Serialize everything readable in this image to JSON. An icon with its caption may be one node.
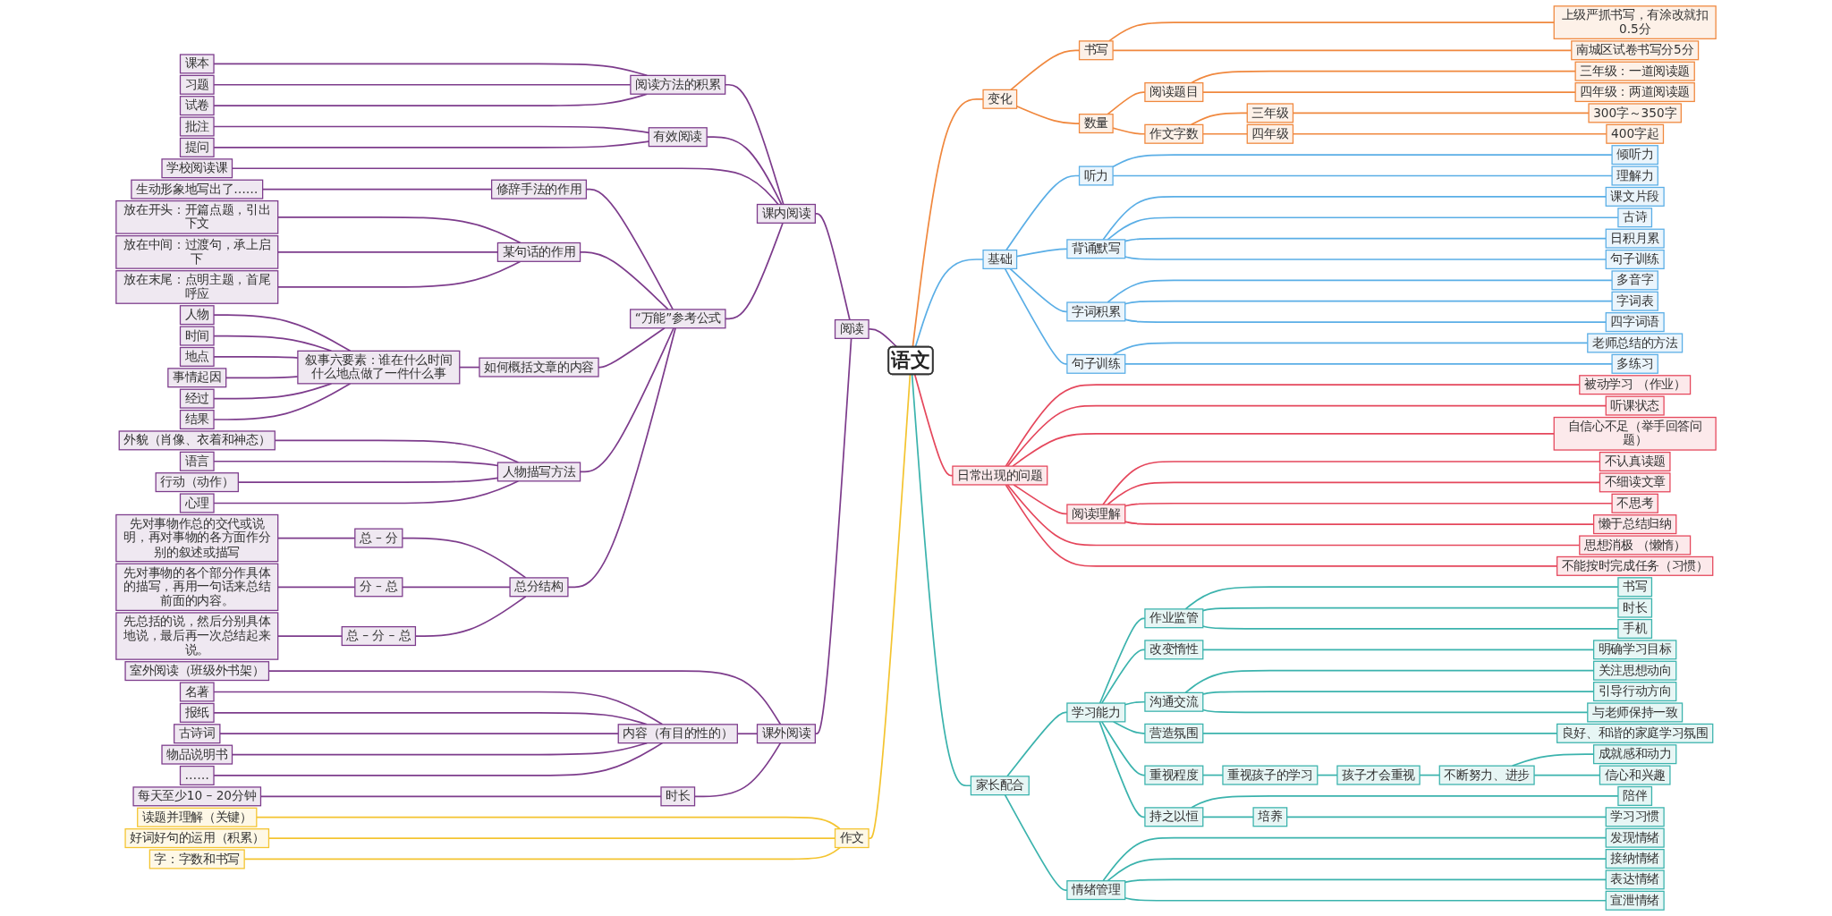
{
  "diagram": {
    "nodes": [
      {
        "text": [
          "语文"
        ]
      },
      {
        "text": [
          "变化"
        ]
      },
      {
        "text": [
          "书写"
        ]
      },
      {
        "text": [
          "上级严抓书写，有涂改就扣0.5分"
        ]
      },
      {
        "text": [
          "南城区试卷书写分5分"
        ]
      },
      {
        "text": [
          "数量"
        ]
      },
      {
        "text": [
          "阅读题目"
        ]
      },
      {
        "text": [
          "三年级：一道阅读题"
        ]
      },
      {
        "text": [
          "四年级：两道阅读题"
        ]
      },
      {
        "text": [
          "作文字数"
        ]
      },
      {
        "text": [
          "三年级"
        ]
      },
      {
        "text": [
          "300字～350字"
        ]
      },
      {
        "text": [
          "四年级"
        ]
      },
      {
        "text": [
          "400字起"
        ]
      },
      {
        "text": [
          "基础"
        ]
      },
      {
        "text": [
          "听力"
        ]
      },
      {
        "text": [
          "倾听力"
        ]
      },
      {
        "text": [
          "理解力"
        ]
      },
      {
        "text": [
          "背诵默写"
        ]
      },
      {
        "text": [
          "课文片段"
        ]
      },
      {
        "text": [
          "古诗"
        ]
      },
      {
        "text": [
          "日积月累"
        ]
      },
      {
        "text": [
          "句子训练"
        ]
      },
      {
        "text": [
          "字词积累"
        ]
      },
      {
        "text": [
          "多音字"
        ]
      },
      {
        "text": [
          "字词表"
        ]
      },
      {
        "text": [
          "四字词语"
        ]
      },
      {
        "text": [
          "句子训练"
        ]
      },
      {
        "text": [
          "老师总结的方法"
        ]
      },
      {
        "text": [
          "多练习"
        ]
      },
      {
        "text": [
          "日常出现的问题"
        ]
      },
      {
        "text": [
          "被动学习 （作业）"
        ]
      },
      {
        "text": [
          "听课状态"
        ]
      },
      {
        "text": [
          "自信心不足（举手回答问题）"
        ]
      },
      {
        "text": [
          "阅读理解"
        ]
      },
      {
        "text": [
          "不认真读题"
        ]
      },
      {
        "text": [
          "不细读文章"
        ]
      },
      {
        "text": [
          "不思考"
        ]
      },
      {
        "text": [
          "懒于总结归纳"
        ]
      },
      {
        "text": [
          "思想消极 （懒惰）"
        ]
      },
      {
        "text": [
          "不能按时完成任务（习惯）"
        ]
      },
      {
        "text": [
          "家长配合"
        ]
      },
      {
        "text": [
          "学习能力"
        ]
      },
      {
        "text": [
          "作业监管"
        ]
      },
      {
        "text": [
          "书写"
        ]
      },
      {
        "text": [
          "时长"
        ]
      },
      {
        "text": [
          "手机"
        ]
      },
      {
        "text": [
          "改变惰性"
        ]
      },
      {
        "text": [
          "明确学习目标"
        ]
      },
      {
        "text": [
          "沟通交流"
        ]
      },
      {
        "text": [
          "关注思想动向"
        ]
      },
      {
        "text": [
          "引导行动方向"
        ]
      },
      {
        "text": [
          "与老师保持一致"
        ]
      },
      {
        "text": [
          "营造氛围"
        ]
      },
      {
        "text": [
          "良好、和谐的家庭学习氛围"
        ]
      },
      {
        "text": [
          "重视程度"
        ]
      },
      {
        "text": [
          "重视孩子的学习"
        ]
      },
      {
        "text": [
          "孩子才会重视"
        ]
      },
      {
        "text": [
          "不断努力、进步"
        ]
      },
      {
        "text": [
          "成就感和动力"
        ]
      },
      {
        "text": [
          "信心和兴趣"
        ]
      },
      {
        "text": [
          "持之以恒"
        ]
      },
      {
        "text": [
          "陪伴"
        ]
      },
      {
        "text": [
          "培养"
        ]
      },
      {
        "text": [
          "学习习惯"
        ]
      },
      {
        "text": [
          "情绪管理"
        ]
      },
      {
        "text": [
          "发现情绪"
        ]
      },
      {
        "text": [
          "接纳情绪"
        ]
      },
      {
        "text": [
          "表达情绪"
        ]
      },
      {
        "text": [
          "宣泄情绪"
        ]
      },
      {
        "text": [
          "阅读"
        ]
      },
      {
        "text": [
          "课内阅读"
        ]
      },
      {
        "text": [
          "阅读方法的积累"
        ]
      },
      {
        "text": [
          "课本"
        ]
      },
      {
        "text": [
          "习题"
        ]
      },
      {
        "text": [
          "试卷"
        ]
      },
      {
        "text": [
          "有效阅读"
        ]
      },
      {
        "text": [
          "批注"
        ]
      },
      {
        "text": [
          "提问"
        ]
      },
      {
        "text": [
          "学校阅读课"
        ]
      },
      {
        "text": [
          "“万能”参考公式"
        ]
      },
      {
        "text": [
          "修辞手法的作用"
        ]
      },
      {
        "text": [
          "生动形象地写出了……"
        ]
      },
      {
        "text": [
          "某句话的作用"
        ]
      },
      {
        "text": [
          "放在开头：开篇点题，引出下文"
        ]
      },
      {
        "text": [
          "放在中间：过渡句，承上启下"
        ]
      },
      {
        "text": [
          "放在末尾：点明主题，首尾呼应"
        ]
      },
      {
        "text": [
          "如何概括文章的内容"
        ]
      },
      {
        "text": [
          "叙事六要素：谁在什么时间什么地点做了一件什么事"
        ]
      },
      {
        "text": [
          "人物"
        ]
      },
      {
        "text": [
          "时间"
        ]
      },
      {
        "text": [
          "地点"
        ]
      },
      {
        "text": [
          "事情起因"
        ]
      },
      {
        "text": [
          "经过"
        ]
      },
      {
        "text": [
          "结果"
        ]
      },
      {
        "text": [
          "人物描写方法"
        ]
      },
      {
        "text": [
          "外貌（肖像、衣着和神态）"
        ]
      },
      {
        "text": [
          "语言"
        ]
      },
      {
        "text": [
          "行动（动作）"
        ]
      },
      {
        "text": [
          "心理"
        ]
      },
      {
        "text": [
          "总分结构"
        ]
      },
      {
        "text": [
          "总 – 分"
        ]
      },
      {
        "text": [
          "先对事物作总的交代或说明，再对事物的各方面作分别的叙述或描写"
        ]
      },
      {
        "text": [
          "分 – 总"
        ]
      },
      {
        "text": [
          "先对事物的各个部分作具体的描写，再用一句话来总结前面的内容。"
        ]
      },
      {
        "text": [
          "总 – 分 – 总"
        ]
      },
      {
        "text": [
          "先总括的说，然后分别具体地说，最后再一次总结起来说。"
        ]
      },
      {
        "text": [
          "课外阅读"
        ]
      },
      {
        "text": [
          "室外阅读（班级外书架）"
        ]
      },
      {
        "text": [
          "内容（有目的性的）"
        ]
      },
      {
        "text": [
          "名著"
        ]
      },
      {
        "text": [
          "报纸"
        ]
      },
      {
        "text": [
          "古诗词"
        ]
      },
      {
        "text": [
          "物品说明书"
        ]
      },
      {
        "text": [
          "……"
        ]
      },
      {
        "text": [
          "时长"
        ]
      },
      {
        "text": [
          "每天至少10 – 20分钟"
        ]
      },
      {
        "text": [
          "作文"
        ]
      },
      {
        "text": [
          "读题并理解（关键）"
        ]
      },
      {
        "text": [
          "好词好句的运用（积累）"
        ]
      },
      {
        "text": [
          "字：字数和书写"
        ]
      }
    ],
    "edges": [
      {
        "from": 0,
        "to": 1,
        "arrow": "none",
        "color": "#f0883e"
      },
      {
        "from": 1,
        "to": 2,
        "arrow": "none",
        "color": "#f0883e"
      },
      {
        "from": 2,
        "to": 3,
        "arrow": "none",
        "color": "#f0883e"
      },
      {
        "from": 2,
        "to": 4,
        "arrow": "none",
        "color": "#f0883e"
      },
      {
        "from": 1,
        "to": 5,
        "arrow": "none",
        "color": "#f0883e"
      },
      {
        "from": 5,
        "to": 6,
        "arrow": "none",
        "color": "#f0883e"
      },
      {
        "from": 6,
        "to": 7,
        "arrow": "none",
        "color": "#f0883e"
      },
      {
        "from": 6,
        "to": 8,
        "arrow": "none",
        "color": "#f0883e"
      },
      {
        "from": 5,
        "to": 9,
        "arrow": "none",
        "color": "#f0883e"
      },
      {
        "from": 9,
        "to": 10,
        "arrow": "none",
        "color": "#f0883e"
      },
      {
        "from": 10,
        "to": 11,
        "arrow": "none",
        "color": "#f0883e"
      },
      {
        "from": 9,
        "to": 12,
        "arrow": "none",
        "color": "#f0883e"
      },
      {
        "from": 12,
        "to": 13,
        "arrow": "none",
        "color": "#f0883e"
      },
      {
        "from": 0,
        "to": 14,
        "arrow": "none",
        "color": "#5aaee6"
      },
      {
        "from": 14,
        "to": 15,
        "arrow": "none",
        "color": "#5aaee6"
      },
      {
        "from": 15,
        "to": 16,
        "arrow": "none",
        "color": "#5aaee6"
      },
      {
        "from": 15,
        "to": 17,
        "arrow": "none",
        "color": "#5aaee6"
      },
      {
        "from": 14,
        "to": 18,
        "arrow": "none",
        "color": "#5aaee6"
      },
      {
        "from": 18,
        "to": 19,
        "arrow": "none",
        "color": "#5aaee6"
      },
      {
        "from": 18,
        "to": 20,
        "arrow": "none",
        "color": "#5aaee6"
      },
      {
        "from": 18,
        "to": 21,
        "arrow": "none",
        "color": "#5aaee6"
      },
      {
        "from": 18,
        "to": 22,
        "arrow": "none",
        "color": "#5aaee6"
      },
      {
        "from": 14,
        "to": 23,
        "arrow": "none",
        "color": "#5aaee6"
      },
      {
        "from": 23,
        "to": 24,
        "arrow": "none",
        "color": "#5aaee6"
      },
      {
        "from": 23,
        "to": 25,
        "arrow": "none",
        "color": "#5aaee6"
      },
      {
        "from": 23,
        "to": 26,
        "arrow": "none",
        "color": "#5aaee6"
      },
      {
        "from": 14,
        "to": 27,
        "arrow": "none",
        "color": "#5aaee6"
      },
      {
        "from": 27,
        "to": 28,
        "arrow": "none",
        "color": "#5aaee6"
      },
      {
        "from": 27,
        "to": 29,
        "arrow": "none",
        "color": "#5aaee6"
      },
      {
        "from": 0,
        "to": 30,
        "arrow": "none",
        "color": "#e5475c"
      },
      {
        "from": 30,
        "to": 31,
        "arrow": "none",
        "color": "#e5475c"
      },
      {
        "from": 30,
        "to": 32,
        "arrow": "none",
        "color": "#e5475c"
      },
      {
        "from": 30,
        "to": 33,
        "arrow": "none",
        "color": "#e5475c"
      },
      {
        "from": 30,
        "to": 34,
        "arrow": "none",
        "color": "#e5475c"
      },
      {
        "from": 34,
        "to": 35,
        "arrow": "none",
        "color": "#e5475c"
      },
      {
        "from": 34,
        "to": 36,
        "arrow": "none",
        "color": "#e5475c"
      },
      {
        "from": 34,
        "to": 37,
        "arrow": "none",
        "color": "#e5475c"
      },
      {
        "from": 34,
        "to": 38,
        "arrow": "none",
        "color": "#e5475c"
      },
      {
        "from": 30,
        "to": 39,
        "arrow": "none",
        "color": "#e5475c"
      },
      {
        "from": 30,
        "to": 40,
        "arrow": "none",
        "color": "#e5475c"
      },
      {
        "from": 0,
        "to": 41,
        "arrow": "none",
        "color": "#3bb3ad"
      },
      {
        "from": 41,
        "to": 42,
        "arrow": "none",
        "color": "#3bb3ad"
      },
      {
        "from": 42,
        "to": 43,
        "arrow": "none",
        "color": "#3bb3ad"
      },
      {
        "from": 43,
        "to": 44,
        "arrow": "none",
        "color": "#3bb3ad"
      },
      {
        "from": 43,
        "to": 45,
        "arrow": "none",
        "color": "#3bb3ad"
      },
      {
        "from": 43,
        "to": 46,
        "arrow": "none",
        "color": "#3bb3ad"
      },
      {
        "from": 42,
        "to": 47,
        "arrow": "none",
        "color": "#3bb3ad"
      },
      {
        "from": 47,
        "to": 48,
        "arrow": "none",
        "color": "#3bb3ad"
      },
      {
        "from": 42,
        "to": 49,
        "arrow": "none",
        "color": "#3bb3ad"
      },
      {
        "from": 49,
        "to": 50,
        "arrow": "none",
        "color": "#3bb3ad"
      },
      {
        "from": 49,
        "to": 51,
        "arrow": "none",
        "color": "#3bb3ad"
      },
      {
        "from": 49,
        "to": 52,
        "arrow": "none",
        "color": "#3bb3ad"
      },
      {
        "from": 42,
        "to": 53,
        "arrow": "none",
        "color": "#3bb3ad"
      },
      {
        "from": 53,
        "to": 54,
        "arrow": "none",
        "color": "#3bb3ad"
      },
      {
        "from": 42,
        "to": 55,
        "arrow": "none",
        "color": "#3bb3ad"
      },
      {
        "from": 55,
        "to": 56,
        "arrow": "none",
        "color": "#3bb3ad"
      },
      {
        "from": 56,
        "to": 57,
        "arrow": "none",
        "color": "#3bb3ad"
      },
      {
        "from": 57,
        "to": 58,
        "arrow": "none",
        "color": "#3bb3ad"
      },
      {
        "from": 58,
        "to": 59,
        "arrow": "none",
        "color": "#3bb3ad"
      },
      {
        "from": 58,
        "to": 60,
        "arrow": "none",
        "color": "#3bb3ad"
      },
      {
        "from": 42,
        "to": 61,
        "arrow": "none",
        "color": "#3bb3ad"
      },
      {
        "from": 61,
        "to": 62,
        "arrow": "none",
        "color": "#3bb3ad"
      },
      {
        "from": 61,
        "to": 63,
        "arrow": "none",
        "color": "#3bb3ad"
      },
      {
        "from": 63,
        "to": 64,
        "arrow": "none",
        "color": "#3bb3ad"
      },
      {
        "from": 41,
        "to": 65,
        "arrow": "none",
        "color": "#3bb3ad"
      },
      {
        "from": 65,
        "to": 66,
        "arrow": "none",
        "color": "#3bb3ad"
      },
      {
        "from": 65,
        "to": 67,
        "arrow": "none",
        "color": "#3bb3ad"
      },
      {
        "from": 65,
        "to": 68,
        "arrow": "none",
        "color": "#3bb3ad"
      },
      {
        "from": 65,
        "to": 69,
        "arrow": "none",
        "color": "#3bb3ad"
      },
      {
        "from": 70,
        "to": 0,
        "arrow": "none"
      },
      {
        "from": 71,
        "to": 70,
        "arrow": "none"
      },
      {
        "from": 72,
        "to": 71,
        "arrow": "none"
      },
      {
        "from": 73,
        "to": 72,
        "arrow": "none"
      },
      {
        "from": 74,
        "to": 72,
        "arrow": "none"
      },
      {
        "from": 75,
        "to": 72,
        "arrow": "none"
      },
      {
        "from": 76,
        "to": 71,
        "arrow": "none"
      },
      {
        "from": 77,
        "to": 76,
        "arrow": "none"
      },
      {
        "from": 78,
        "to": 76,
        "arrow": "none"
      },
      {
        "from": 79,
        "to": 71,
        "arrow": "none"
      },
      {
        "from": 80,
        "to": 71,
        "arrow": "none"
      },
      {
        "from": 81,
        "to": 80,
        "arrow": "none"
      },
      {
        "from": 82,
        "to": 81,
        "arrow": "none"
      },
      {
        "from": 83,
        "to": 80,
        "arrow": "none"
      },
      {
        "from": 84,
        "to": 83,
        "arrow": "none"
      },
      {
        "from": 85,
        "to": 83,
        "arrow": "none"
      },
      {
        "from": 86,
        "to": 83,
        "arrow": "none"
      },
      {
        "from": 87,
        "to": 80,
        "arrow": "none"
      },
      {
        "from": 88,
        "to": 87,
        "arrow": "none"
      },
      {
        "from": 89,
        "to": 88,
        "arrow": "none"
      },
      {
        "from": 90,
        "to": 88,
        "arrow": "none"
      },
      {
        "from": 91,
        "to": 88,
        "arrow": "none"
      },
      {
        "from": 92,
        "to": 88,
        "arrow": "none"
      },
      {
        "from": 93,
        "to": 88,
        "arrow": "none"
      },
      {
        "from": 94,
        "to": 88,
        "arrow": "none"
      },
      {
        "from": 95,
        "to": 80,
        "arrow": "none"
      },
      {
        "from": 96,
        "to": 95,
        "arrow": "none"
      },
      {
        "from": 97,
        "to": 95,
        "arrow": "none"
      },
      {
        "from": 98,
        "to": 95,
        "arrow": "none"
      },
      {
        "from": 99,
        "to": 95,
        "arrow": "none"
      },
      {
        "from": 100,
        "to": 80,
        "arrow": "none"
      },
      {
        "from": 101,
        "to": 100,
        "arrow": "none"
      },
      {
        "from": 102,
        "to": 101,
        "arrow": "none"
      },
      {
        "from": 103,
        "to": 100,
        "arrow": "none"
      },
      {
        "from": 104,
        "to": 103,
        "arrow": "none"
      },
      {
        "from": 105,
        "to": 100,
        "arrow": "none"
      },
      {
        "from": 106,
        "to": 105,
        "arrow": "none"
      },
      {
        "from": 107,
        "to": 70,
        "arrow": "none"
      },
      {
        "from": 108,
        "to": 107,
        "arrow": "none"
      },
      {
        "from": 109,
        "to": 107,
        "arrow": "none"
      },
      {
        "from": 110,
        "to": 109,
        "arrow": "none"
      },
      {
        "from": 111,
        "to": 109,
        "arrow": "none"
      },
      {
        "from": 112,
        "to": 109,
        "arrow": "none"
      },
      {
        "from": 113,
        "to": 109,
        "arrow": "none"
      },
      {
        "from": 114,
        "to": 109,
        "arrow": "none"
      },
      {
        "from": 115,
        "to": 107,
        "arrow": "none"
      },
      {
        "from": 116,
        "to": 115,
        "arrow": "none"
      },
      {
        "from": 117,
        "to": 0,
        "arrow": "none",
        "color": "#f4c430"
      },
      {
        "from": 118,
        "to": 117,
        "arrow": "none",
        "color": "#f4c430"
      },
      {
        "from": 119,
        "to": 117,
        "arrow": "none",
        "color": "#f4c430"
      },
      {
        "from": 120,
        "to": 117,
        "arrow": "none",
        "color": "#f4c430"
      }
    ]
  }
}
